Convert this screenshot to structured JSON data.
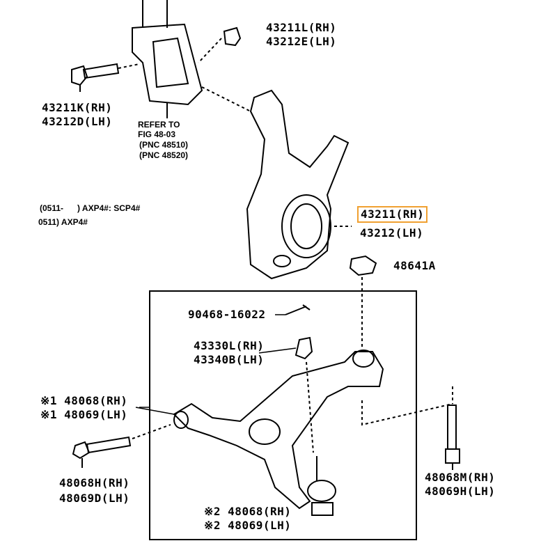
{
  "labels": {
    "nut_upper": {
      "rh": "43211L(RH)",
      "lh": "43212E(LH)"
    },
    "bolt_upper": {
      "rh": "43211K(RH)",
      "lh": "43212D(LH)"
    },
    "refer": {
      "line1": "REFER TO",
      "line2": "FIG 48-03",
      "line3": "(PNC 48510)",
      "line4": "(PNC 48520)"
    },
    "notes": {
      "line1": "(0511-      ) AXP4#: SCP4#",
      "line2": "0511) AXP4#"
    },
    "knuckle": {
      "rh": "43211(RH)",
      "lh": "43212(LH)"
    },
    "nut_ball": "48641A",
    "cotter_pin": "90468-16022",
    "nut_lower": {
      "rh": "43330L(RH)",
      "lh": "43340B(LH)"
    },
    "arm_note1": {
      "rh": "※1 48068(RH)",
      "lh": "※1 48069(LH)"
    },
    "bolt_front": {
      "rh": "48068H(RH)",
      "lh": "48069D(LH)"
    },
    "arm_note2": {
      "rh": "※2 48068(RH)",
      "lh": "※2 48069(LH)"
    },
    "bolt_rear": {
      "rh": "48068M(RH)",
      "lh": "48069H(LH)"
    }
  },
  "colors": {
    "highlight": "#f0a030",
    "ink": "#000000"
  }
}
